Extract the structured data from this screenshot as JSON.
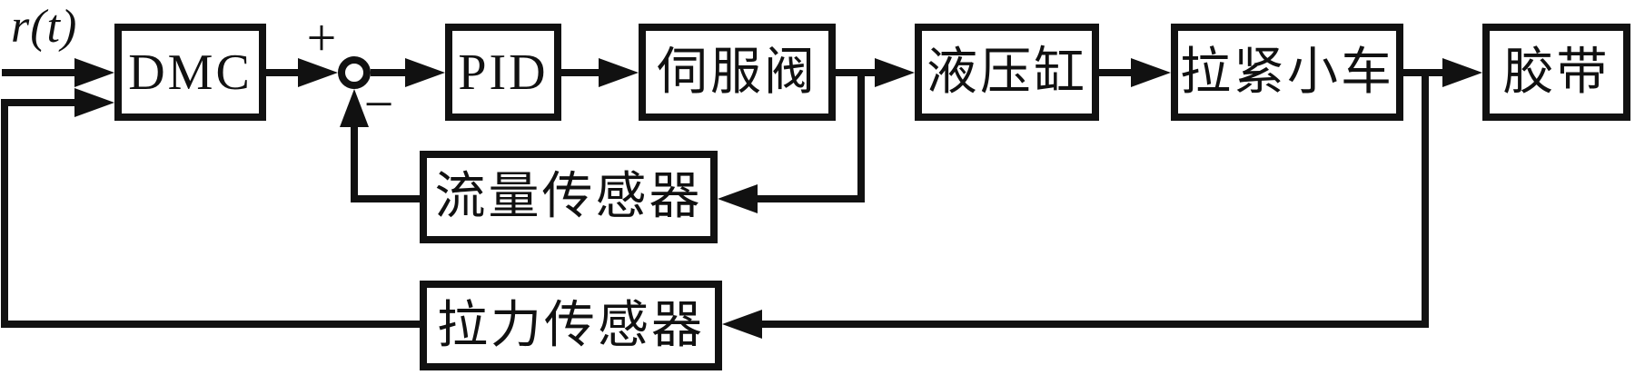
{
  "diagram": {
    "reference_label": "r(t)",
    "sum_plus_sign": "+",
    "sum_minus_sign": "−",
    "blocks": {
      "dmc": "DMC",
      "pid": "PID",
      "servo_valve": "伺服阀",
      "hydraulic_cylinder": "液压缸",
      "tension_cart": "拉紧小车",
      "belt": "胶带",
      "flow_sensor": "流量传感器",
      "tension_sensor": "拉力传感器"
    }
  },
  "colors": {
    "ink": "#111111",
    "background": "#ffffff"
  }
}
